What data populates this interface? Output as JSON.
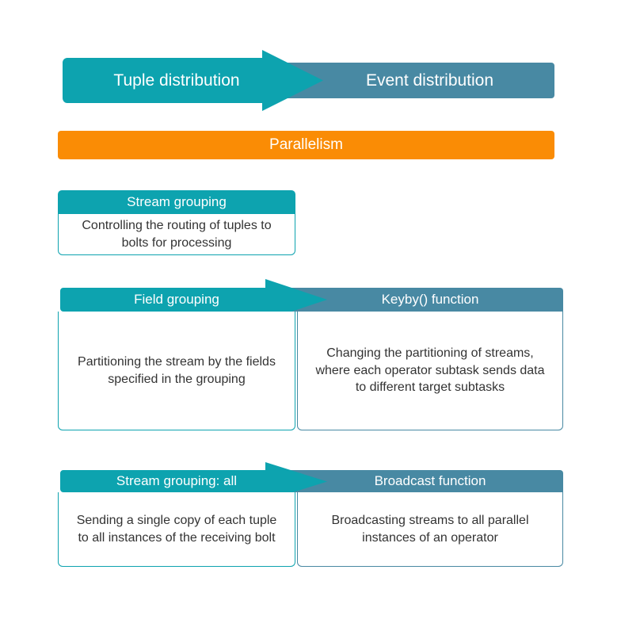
{
  "banner": {
    "left_label": "Tuple distribution",
    "right_label": "Event distribution"
  },
  "parallelism_bar": {
    "label": "Parallelism"
  },
  "rows": [
    {
      "left": {
        "title": "Stream grouping",
        "text": "Controlling the routing of tuples to bolts for processing"
      }
    },
    {
      "left": {
        "title": "Field grouping",
        "text": "Partitioning the stream by the fields specified in the grouping"
      },
      "right": {
        "title": "Keyby() function",
        "text": "Changing the partitioning of streams, where each operator subtask sends data to different target subtasks"
      }
    },
    {
      "left": {
        "title": "Stream grouping: all",
        "text": "Sending a single copy of each tuple to all instances of the receiving bolt"
      },
      "right": {
        "title": "Broadcast function",
        "text": "Broadcasting streams to all parallel instances of an operator"
      }
    }
  ],
  "colors": {
    "teal": "#0DA3AF",
    "blue_gray": "#4889A3",
    "orange": "#FA8C05",
    "white": "#FFFFFF",
    "body_text": "#333333"
  }
}
